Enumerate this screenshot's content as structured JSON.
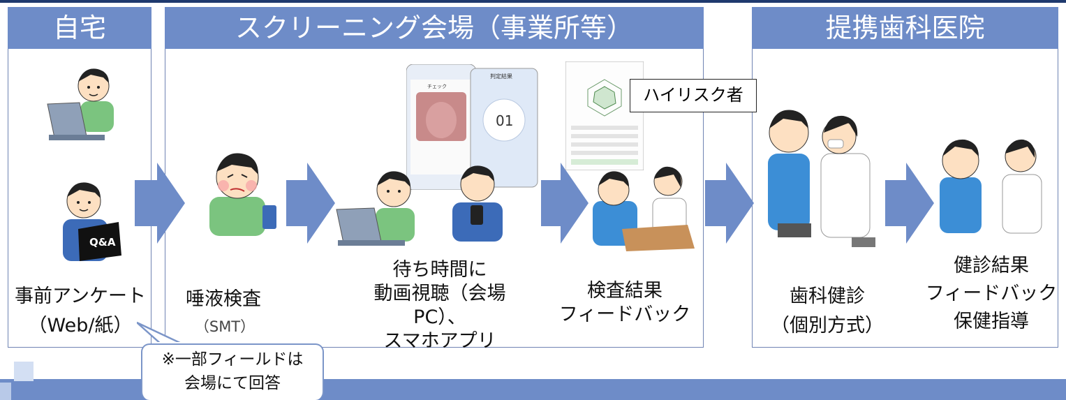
{
  "headers": {
    "home": "自宅",
    "screening": "スクリーニング会場（事業所等）",
    "clinic": "提携歯科医院"
  },
  "steps": {
    "survey": {
      "line1": "事前アンケート",
      "line2": "（Web/紙）"
    },
    "saliva": {
      "line1": "唾液検査",
      "sub": "（SMT）"
    },
    "video": {
      "line1": "待ち時間に",
      "line2": "動画視聴（会場",
      "line3": "PC）、",
      "line4": "スマホアプリ"
    },
    "result_fb": {
      "line1": "検査結果",
      "line2": "フィードバック"
    },
    "dental": {
      "line1": "歯科健診",
      "line2": "（個別方式）"
    },
    "checkup_fb": {
      "line1": "健診結果",
      "line2": "フィードバック",
      "line3": "保健指導"
    }
  },
  "high_risk_label": "ハイリスク者",
  "callout": {
    "line1": "※一部フィールドは",
    "line2": "会場にて回答"
  },
  "phone_screens": {
    "left_title": "チェック",
    "right_title": "判定結果",
    "score": "01"
  },
  "qa_label": "Q&A",
  "colors": {
    "header": "#6e8cc8",
    "arrow": "#6e8cc8",
    "border": "#6f83b3",
    "accent_dark": "#1f3a6e"
  }
}
